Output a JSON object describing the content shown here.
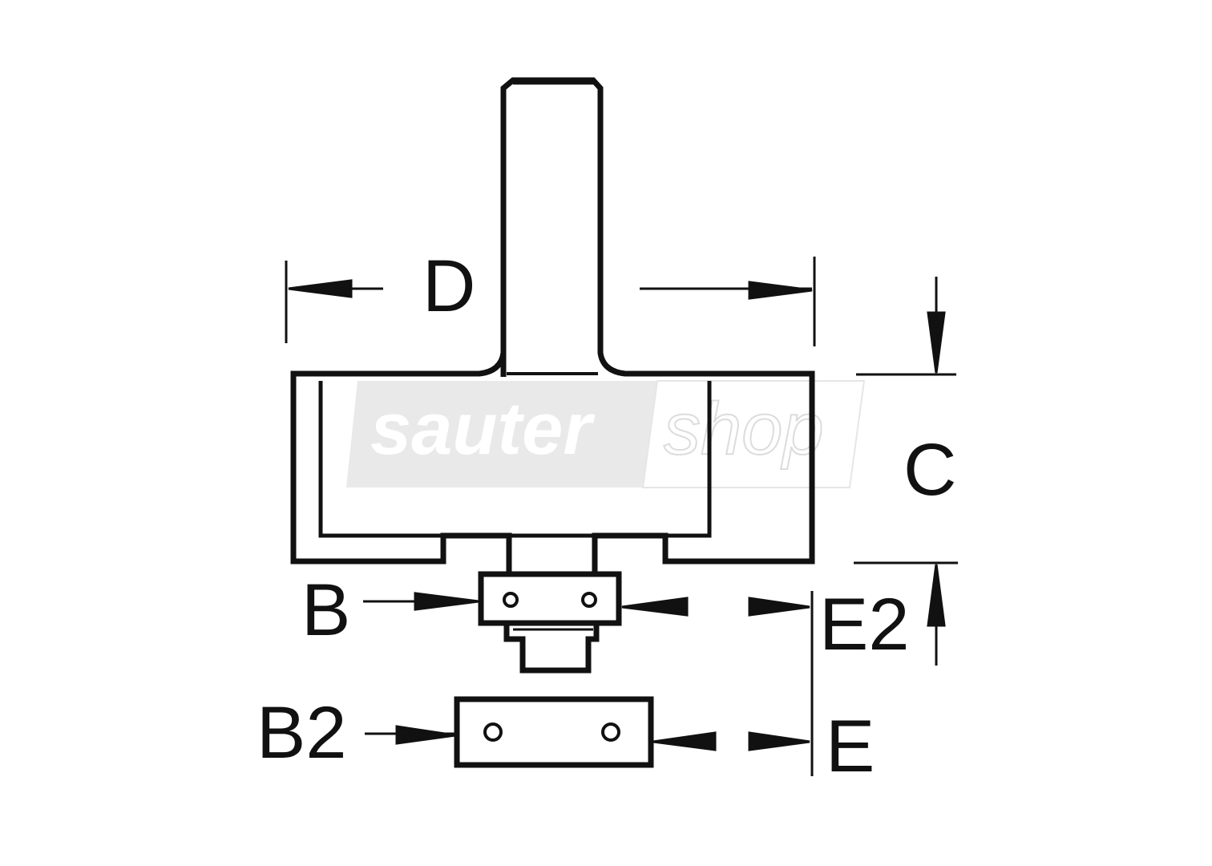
{
  "diagram": {
    "labels": {
      "D": "D",
      "C": "C",
      "B": "B",
      "E2": "E2",
      "B2": "B2",
      "E": "E"
    },
    "watermark": {
      "part1": "sauter",
      "part2": "shop"
    }
  }
}
